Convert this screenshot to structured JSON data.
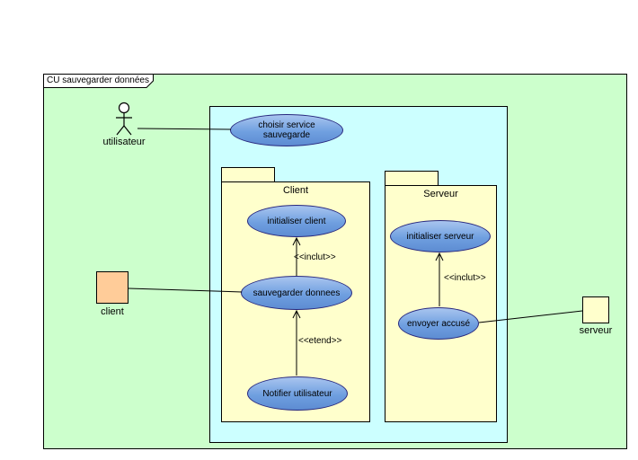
{
  "frame": {
    "title": "CU sauvegarder données"
  },
  "actors": {
    "utilisateur": "utilisateur",
    "client": "client",
    "serveur": "serveur"
  },
  "packages": {
    "client": "Client",
    "serveur": "Serveur"
  },
  "usecases": {
    "choisir": "choisir service sauvegarde",
    "initialiser_client": "initialiser client",
    "sauvegarder": "sauvegarder donnees",
    "notifier": "Notifier utilisateur",
    "initialiser_serveur": "initialiser serveur",
    "envoyer": "envoyer accusé"
  },
  "stereotypes": {
    "inclut_client": "<<inclut>>",
    "etend": "<<etend>>",
    "inclut_serveur": "<<inclut>>"
  },
  "colors": {
    "frame_bg": "#ccffcc",
    "system_bg": "#ccffff",
    "package_bg": "#ffffcc",
    "usecase_fill": "#6f9fe0",
    "usecase_border": "#28287e",
    "client_node_fill": "#ffcc99",
    "serveur_node_fill": "#ffffcc",
    "line": "#000000"
  }
}
